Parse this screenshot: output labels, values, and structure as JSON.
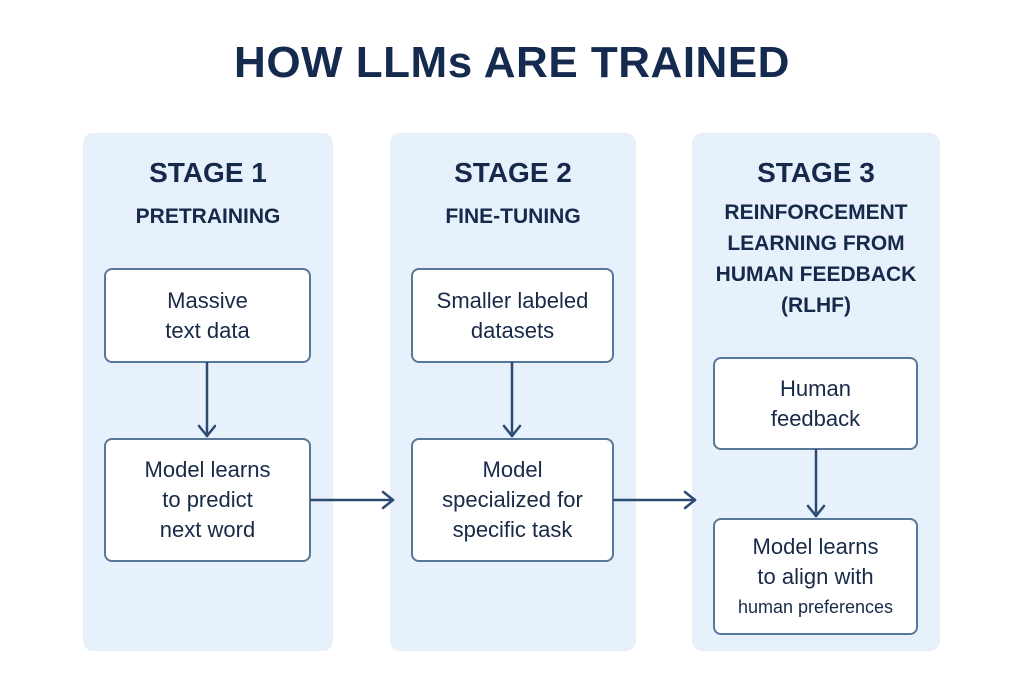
{
  "title": "HOW LLMs ARE TRAINED",
  "colors": {
    "title": "#142a4f",
    "panel_bg": "#e7f1fc",
    "box_border": "#58779a",
    "arrow": "#2d4a72"
  },
  "stages": [
    {
      "number_label": "STAGE 1",
      "name": "PRETRAINING",
      "steps": [
        {
          "lines": [
            "Massive",
            "text data"
          ]
        },
        {
          "lines": [
            "Model learns",
            "to predict",
            "next word"
          ]
        }
      ]
    },
    {
      "number_label": "STAGE 2",
      "name": "FINE-TUNING",
      "steps": [
        {
          "lines": [
            "Smaller labeled",
            "datasets"
          ]
        },
        {
          "lines": [
            "Model",
            "specialized for",
            "specific task"
          ]
        }
      ]
    },
    {
      "number_label": "STAGE 3",
      "name_lines": [
        "REINFORCEMENT",
        "LEARNING FROM",
        "HUMAN FEEDBACK",
        "(RLHF)"
      ],
      "steps": [
        {
          "lines": [
            "Human",
            "feedback"
          ]
        },
        {
          "lines": [
            "Model learns",
            "to align with",
            "human preferences"
          ]
        }
      ]
    }
  ]
}
